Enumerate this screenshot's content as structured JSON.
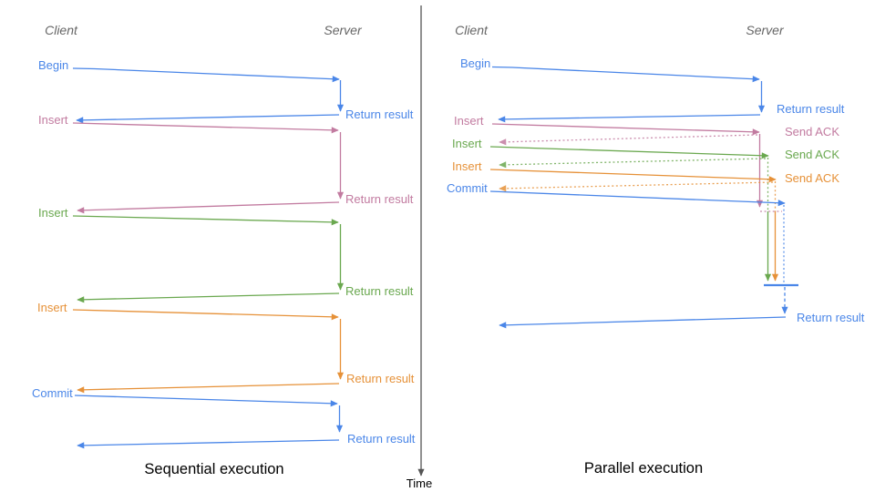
{
  "colors": {
    "blue": "#4a86e8",
    "pink": "#c27ba0",
    "green": "#6aa84f",
    "orange": "#e69138",
    "header_gray": "#666666",
    "axis_gray": "#555555",
    "caption_black": "#000000"
  },
  "time_axis": {
    "label": "Time"
  },
  "sequential": {
    "caption": "Sequential execution",
    "client_header": "Client",
    "server_header": "Server",
    "messages": [
      {
        "label": "Begin",
        "response": "Return result",
        "color": "blue"
      },
      {
        "label": "Insert",
        "response": "Return result",
        "color": "pink"
      },
      {
        "label": "Insert",
        "response": "Return result",
        "color": "green"
      },
      {
        "label": "Insert",
        "response": "Return result",
        "color": "orange"
      },
      {
        "label": "Commit",
        "response": "Return result",
        "color": "blue"
      }
    ]
  },
  "parallel": {
    "caption": "Parallel execution",
    "client_header": "Client",
    "server_header": "Server",
    "messages": [
      {
        "label": "Begin",
        "response": "Return result",
        "color": "blue"
      },
      {
        "label": "Insert",
        "response": "Send ACK",
        "color": "pink"
      },
      {
        "label": "Insert",
        "response": "Send ACK",
        "color": "green"
      },
      {
        "label": "Insert",
        "response": "Send ACK",
        "color": "orange"
      },
      {
        "label": "Commit",
        "response": "Return result",
        "color": "blue"
      }
    ]
  }
}
